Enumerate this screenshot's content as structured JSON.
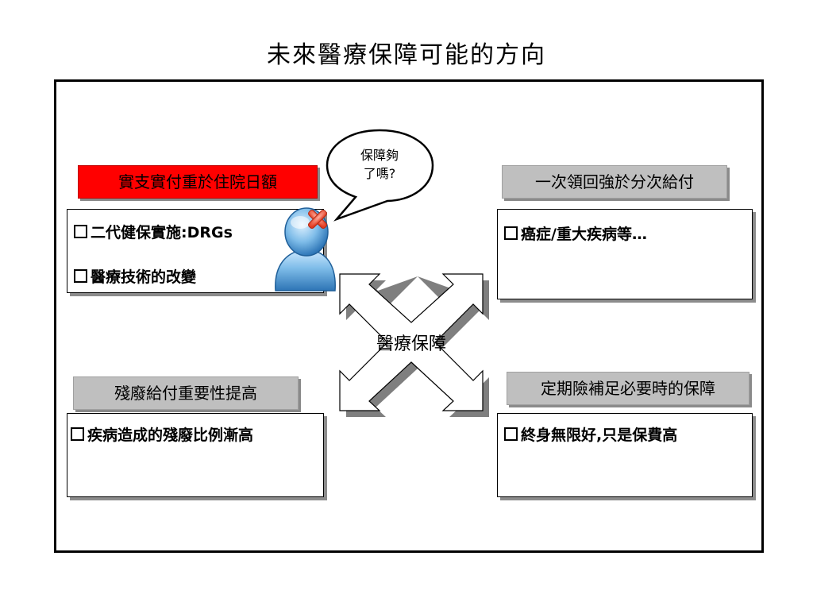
{
  "title": "未來醫療保障可能的方向",
  "bubble": {
    "line1": "保障夠",
    "line2": "了嗎?"
  },
  "center_label": "醫療保障",
  "quadrants": {
    "top_left": {
      "header": "實支實付重於住院日額",
      "header_color": "#ff0000",
      "items": [
        "二代健保實施:DRGs",
        "醫療技術的改變"
      ]
    },
    "top_right": {
      "header": "一次領回強於分次給付",
      "header_color": "#bfbfbf",
      "items": [
        "癌症/重大疾病等…"
      ]
    },
    "bottom_left": {
      "header": "殘廢給付重要性提高",
      "header_color": "#bfbfbf",
      "items": [
        "疾病造成的殘廢比例漸高"
      ]
    },
    "bottom_right": {
      "header": "定期險補足必要時的保障",
      "header_color": "#bfbfbf",
      "items": [
        "終身無限好,只是保費高"
      ]
    }
  },
  "icons": [
    "user-icon",
    "red-x-icon",
    "four-way-arrow-icon",
    "speech-bubble-icon"
  ]
}
